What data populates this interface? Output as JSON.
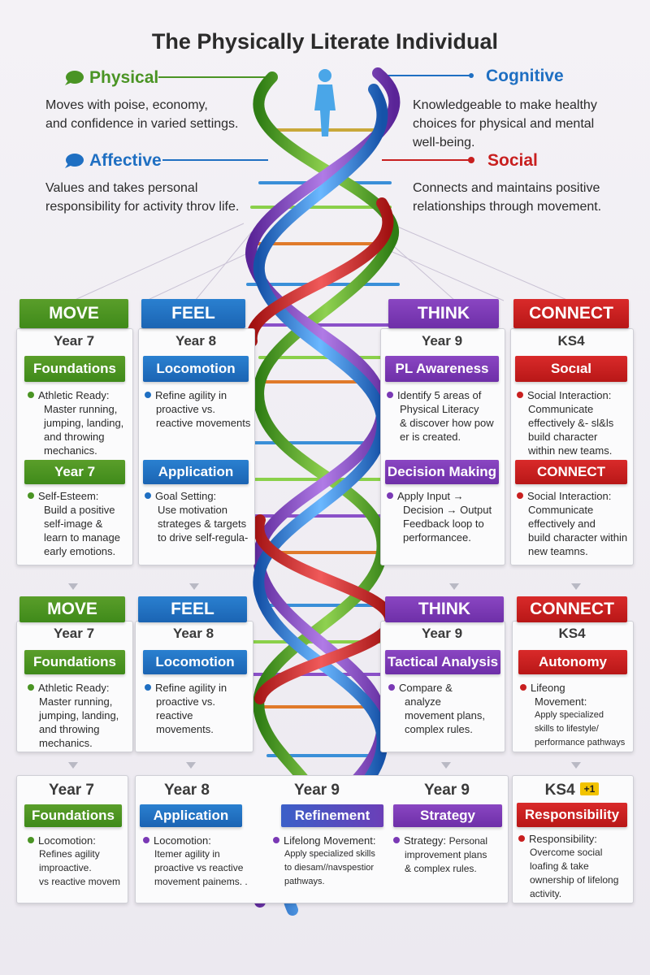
{
  "title": "The Physically Literate Individual",
  "colors": {
    "green": "#4a9424",
    "blue": "#1f6fc2",
    "purple": "#7a39b5",
    "red": "#c81f1f"
  },
  "domains": {
    "physical": {
      "label": "Physical",
      "icon": "speech-bubble-icon",
      "desc1": "Moves with poise, economy,",
      "desc2": "and confidence in varied settings."
    },
    "cognitive": {
      "label": "Cognitive",
      "desc1": "Knowledgeable to make healthy",
      "desc2": "choices for physical and mental",
      "desc3": "well-being."
    },
    "affective": {
      "label": "Affective",
      "icon": "speech-bubble-icon",
      "desc1": "Values and takes personal",
      "desc2": "responsibility for activity throv life."
    },
    "social": {
      "label": "Social",
      "desc1": "Connects and maintains positive",
      "desc2": "relationships through movement."
    }
  },
  "row1": [
    {
      "head": "MOVE",
      "year": "Year 7",
      "sub1": "Foundations",
      "b1_title": "Athletic Ready:",
      "b1_lines": [
        "Master running,",
        "jumping, landing,",
        "and throwing",
        "mechanics."
      ],
      "sub2": "Year 7",
      "b2_title": "Self-Esteem:",
      "b2_lines": [
        "Build a positive",
        "self-image &",
        "learn to manage",
        "early emotions."
      ]
    },
    {
      "head": "FEEL",
      "year": "Year 8",
      "sub1": "Locomotion",
      "b1_title": "Refine agility in",
      "b1_lines": [
        "proactive vs.",
        "reactive movements"
      ],
      "sub2": "Application",
      "b2_title": "Goal Setting:",
      "b2_lines": [
        "Use motivation",
        "strateges & targets",
        "to drive self-regula-"
      ]
    },
    {
      "head": "THINK",
      "year": "Year 9",
      "sub1": "PL Awareness",
      "b1_title": "Identify 5 areas of",
      "b1_lines": [
        "Physical Literacy",
        "& discover how pow",
        "er is created."
      ],
      "sub2": "Decision Making",
      "b2_title": "Apply Input →",
      "b2_lines": [
        "Decision → Output",
        "Feedback loop to",
        "performancee."
      ]
    },
    {
      "head": "CONNECT",
      "year": "KS4",
      "sub1": "Socıal",
      "b1_title": "Social Interaction:",
      "b1_lines": [
        "Communicate",
        "effectively &- sl&ls",
        "build character",
        "within new teams."
      ],
      "sub2": "CONNECT",
      "b2_title": "Social Interaction:",
      "b2_lines": [
        "Communicate",
        "effectively and",
        "build character within",
        "new teamns."
      ]
    }
  ],
  "row2": [
    {
      "head": "MOVE",
      "year": "Year 7",
      "sub1": "Foundations",
      "b1_title": "Athletic Ready:",
      "b1_lines": [
        "Master running,",
        "jumping, landing,",
        "and throwing",
        "mechanics."
      ]
    },
    {
      "head": "FEEL",
      "year": "Year 8",
      "sub1": "Locomotion",
      "b1_title": "Refine agility in",
      "b1_lines": [
        "proactive vs.",
        "reactive movements."
      ]
    },
    {
      "head": "THINK",
      "year": "Year 9",
      "sub1": "Tactical Analysis",
      "b1_title": "Compare &",
      "b1_lines": [
        "analyze",
        "movement plans,",
        "complex rules."
      ]
    },
    {
      "head": "CONNECT",
      "year": "KS4",
      "sub1": "Autonomy",
      "b1_title": "Lifeong",
      "b1_lines": [
        "Movement:",
        "Apply specialized",
        "skills to lifestyle/",
        "performance pathways"
      ]
    }
  ],
  "row3": [
    {
      "year": "Year 7",
      "sub": "Foundations",
      "b_title": "Locomotion:",
      "b_lines": [
        "Refines agility",
        "improactive.",
        "vs reactive movem"
      ]
    },
    {
      "year": "Year 8",
      "sub": "Application",
      "b_title": "Locomotion:",
      "b_lines": [
        "Itemer agility in",
        "proactive vs reactive",
        "movement painems. ."
      ]
    },
    {
      "year": "Year 9",
      "sub": "Refinement",
      "b_title": "Lifelong Movement:",
      "b_lines": [
        "Apply specialized skills",
        "to diesam//navspestior",
        "pathways."
      ]
    },
    {
      "year": "Year 9",
      "sub": "Strategy",
      "b_title": "Strategy:",
      "b_title_rest": "Personal",
      "b_lines": [
        "improvement plans",
        "& complex rules."
      ]
    },
    {
      "year": "KS4",
      "badge": "+1",
      "sub": "Responsibility",
      "b_title": "Responsibility:",
      "b_lines": [
        "Overcome social",
        "loafing & take",
        "ownership of lifelong",
        "activity."
      ]
    }
  ]
}
